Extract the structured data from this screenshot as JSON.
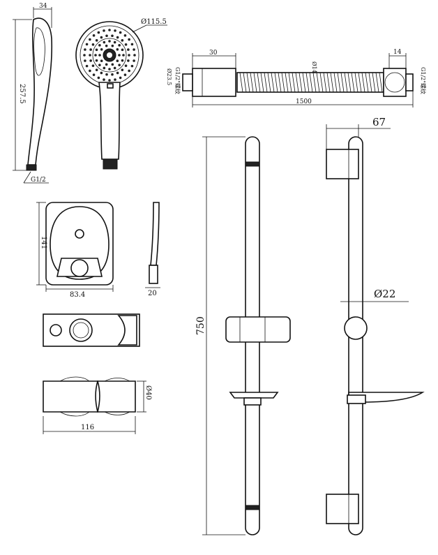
{
  "dims": {
    "head_depth": "34",
    "head_diameter": "Ø115.5",
    "head_length": "257.5",
    "head_thread": "G1/2",
    "hose_end_a": "30",
    "hose_end_b": "14",
    "hose_inner": "Ø14",
    "hose_outer": "Ø23.5",
    "hose_thread_left": "G1/2\"螺纹",
    "hose_thread_right": "G1/2\"螺纹",
    "hose_length": "1500",
    "holder_height": "141",
    "holder_width": "83.4",
    "holder_depth": "20",
    "slider_length": "116",
    "slider_diameter": "Ø40",
    "rail_length": "750",
    "bracket_offset": "67",
    "rail_diameter": "Ø22"
  }
}
